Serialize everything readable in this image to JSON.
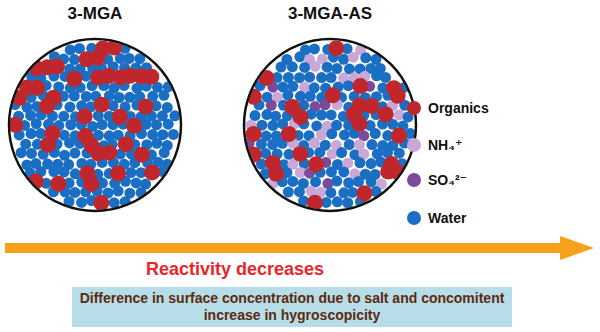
{
  "diagram": {
    "nodes": [
      {
        "text": [
          "3-MGA"
        ]
      },
      {
        "text": [
          "3-MGA-AS"
        ]
      },
      {
        "text": [
          "Difference in surface concentration due to salt and concomitent increase in hygroscopicity"
        ]
      }
    ],
    "labels": [
      "Reactivity decreases"
    ],
    "legend": [
      {
        "text": "Organics",
        "color": "#c0272d"
      },
      {
        "text": "NH₄⁺",
        "color": "#c9a8d8"
      },
      {
        "text": "SO₄²⁻",
        "color": "#7b4a9b"
      },
      {
        "text": "Water",
        "color": "#1a6fc4"
      }
    ]
  }
}
